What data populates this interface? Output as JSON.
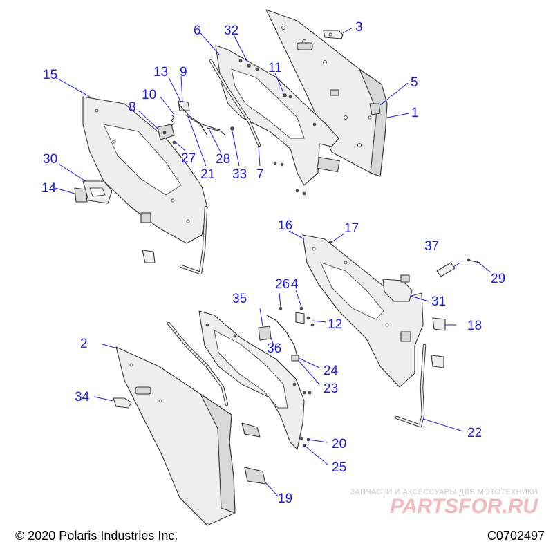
{
  "callouts": [
    "1",
    "2",
    "3",
    "4",
    "5",
    "6",
    "7",
    "8",
    "9",
    "10",
    "11",
    "12",
    "13",
    "14",
    "15",
    "16",
    "17",
    "18",
    "19",
    "20",
    "21",
    "22",
    "23",
    "24",
    "25",
    "26",
    "27",
    "28",
    "29",
    "30",
    "31",
    "32",
    "33",
    "34",
    "35",
    "36",
    "37"
  ],
  "footer": {
    "copyright": "© 2020 Polaris Industries Inc.",
    "drawing_number": "C0702497"
  },
  "watermark": {
    "tagline": "ЗАПЧАСТИ И АКСЕССУАРЫ ДЛЯ МОТОТЕХНИКИ",
    "logo": "PARTSFOR.RU"
  },
  "colors": {
    "callout": "#1a1aff",
    "part_fill": "#eeeeee",
    "outline": "#333333",
    "watermark_logo": "#f2b9bf"
  }
}
